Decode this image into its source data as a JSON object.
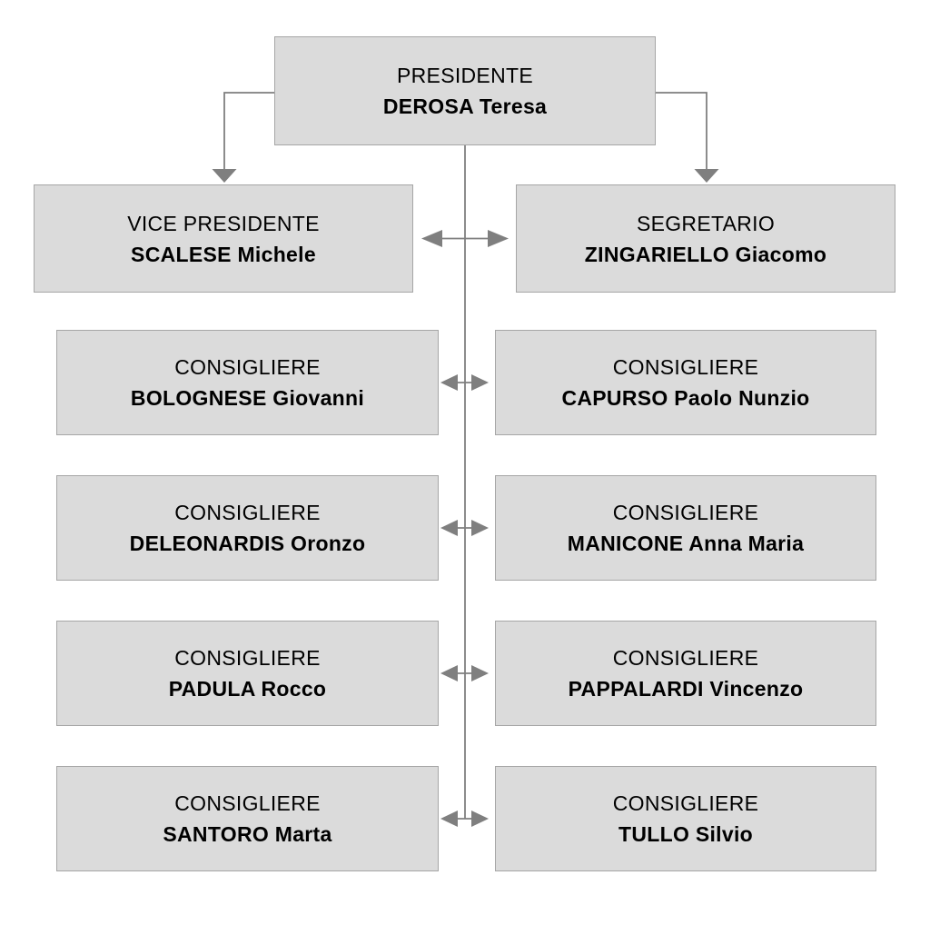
{
  "colors": {
    "background": "#ffffff",
    "box_fill": "#dbdbdb",
    "box_border": "#a6a6a6",
    "connector": "#7f7f7f",
    "text": "#000000"
  },
  "nodes": {
    "presidente": {
      "role": "PRESIDENTE",
      "name": "DEROSA Teresa"
    },
    "vice_presidente": {
      "role": "VICE PRESIDENTE",
      "name": "SCALESE Michele"
    },
    "segretario": {
      "role": "SEGRETARIO",
      "name": "ZINGARIELLO Giacomo"
    },
    "consigliere_1_left": {
      "role": "CONSIGLIERE",
      "name": "BOLOGNESE Giovanni"
    },
    "consigliere_1_right": {
      "role": "CONSIGLIERE",
      "name": "CAPURSO Paolo Nunzio"
    },
    "consigliere_2_left": {
      "role": "CONSIGLIERE",
      "name": "DELEONARDIS Oronzo"
    },
    "consigliere_2_right": {
      "role": "CONSIGLIERE",
      "name": "MANICONE Anna Maria"
    },
    "consigliere_3_left": {
      "role": "CONSIGLIERE",
      "name": "PADULA Rocco"
    },
    "consigliere_3_right": {
      "role": "CONSIGLIERE",
      "name": "PAPPALARDI Vincenzo"
    },
    "consigliere_4_left": {
      "role": "CONSIGLIERE",
      "name": "SANTORO Marta"
    },
    "consigliere_4_right": {
      "role": "CONSIGLIERE",
      "name": "TULLO Silvio"
    }
  }
}
